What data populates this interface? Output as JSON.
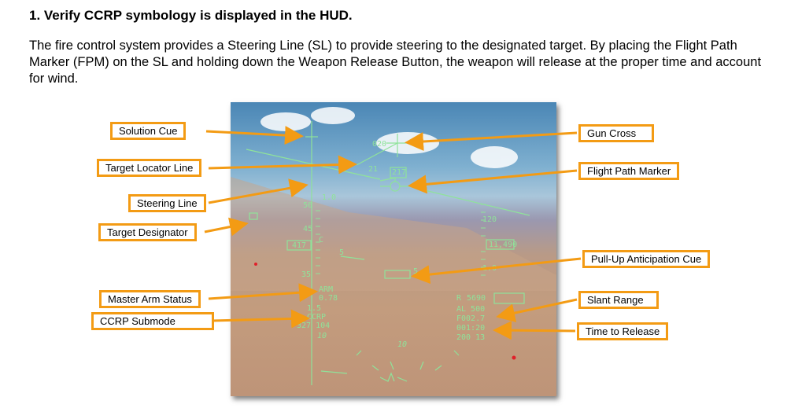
{
  "heading": "1.  Verify CCRP symbology is displayed in the HUD.",
  "paragraph": "The fire control system provides a Steering Line (SL) to provide steering to the designated target. By placing the Flight Path Marker (FPM) on the SL and holding down the Weapon Release Button, the weapon will release at the proper time and account for wind.",
  "callouts": {
    "solution_cue": "Solution Cue",
    "target_locator_line": "Target Locator Line",
    "steering_line": "Steering Line",
    "target_designator": "Target Designator",
    "master_arm_status": "Master Arm Status",
    "ccrp_submode": "CCRP Submode",
    "gun_cross": "Gun Cross",
    "flight_path_marker": "Flight Path Marker",
    "pull_up_cue": "Pull-Up Anticipation Cue",
    "slant_range": "Slant Range",
    "time_to_release": "Time to Release"
  },
  "hud": {
    "heading_tick": "020",
    "pitch_21": "21",
    "heading_box": "217",
    "g_value": "1.0",
    "speed_50": "50",
    "speed_45": "45",
    "speed_35": "35",
    "c_marker": "C",
    "airspeed_box": "417",
    "pitch_5": "5",
    "pitch_5b": "5",
    "alt_120": "120",
    "alt_box": "11,490",
    "alt_10": "1.0",
    "arm": "ARM",
    "mach": "0.78",
    "g_load": "1.5",
    "ccrp": "CCRP",
    "line_327_104": "327   104",
    "pitch_10": "10",
    "pitch_10b": "10",
    "range_label": "R",
    "range_box": "5690",
    "al": "AL  500",
    "f002": "F002.7",
    "time": "001:20",
    "line_200_13": "200  13"
  },
  "colors": {
    "accent": "#f39b14",
    "hud": "#8fe39a"
  }
}
